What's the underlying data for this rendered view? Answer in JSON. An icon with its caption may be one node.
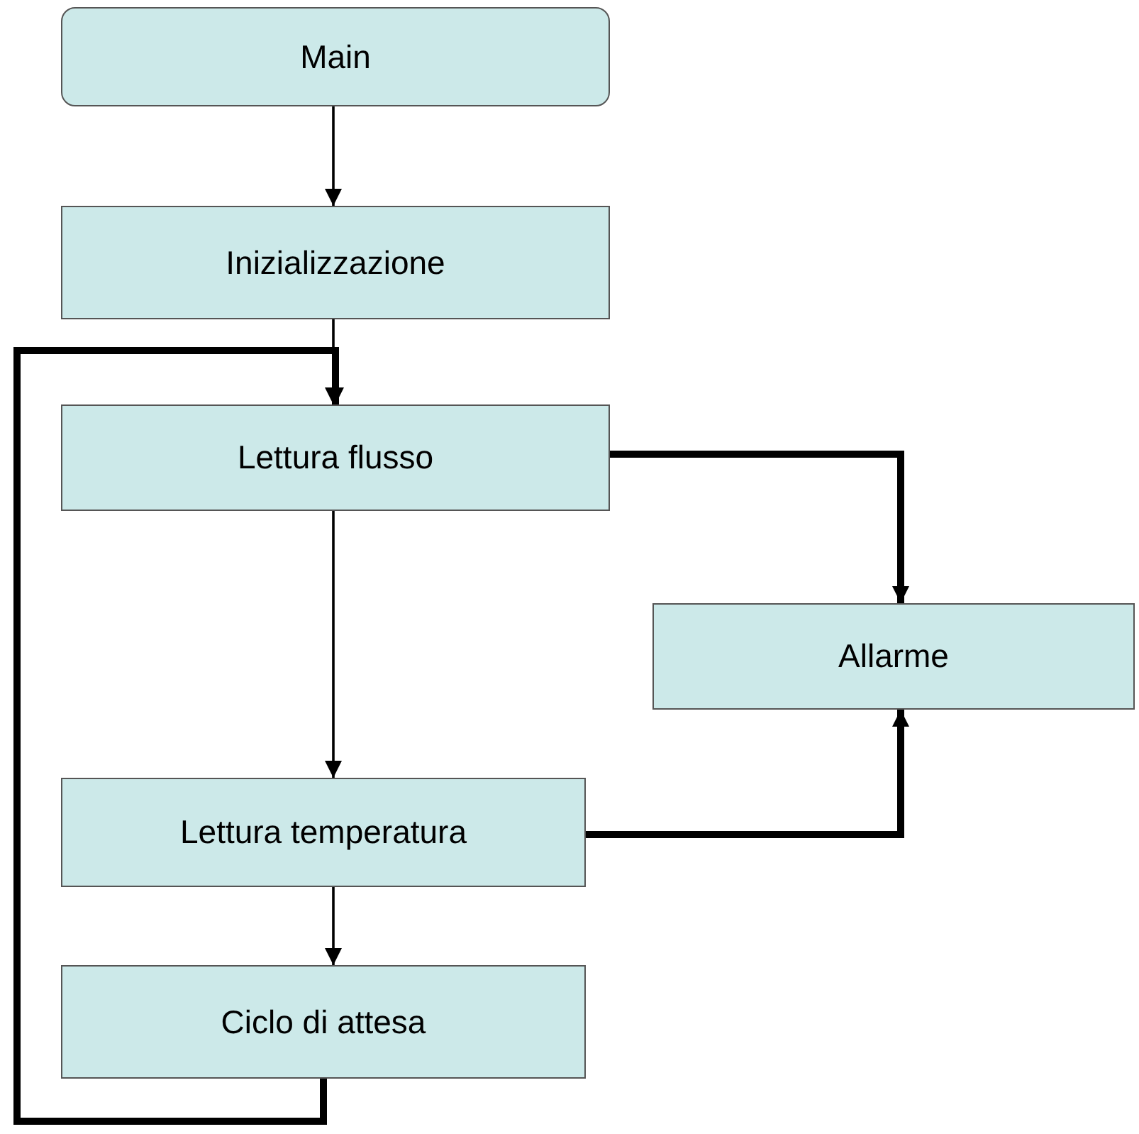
{
  "diagram": {
    "nodes": [
      {
        "text": [
          "Main"
        ]
      },
      {
        "text": [
          "Inizializzazione"
        ]
      },
      {
        "text": [
          "Lettura flusso"
        ]
      },
      {
        "text": [
          "Allarme"
        ]
      },
      {
        "text": [
          "Lettura temperatura"
        ]
      },
      {
        "text": [
          "Ciclo di attesa"
        ]
      }
    ],
    "edges": [
      {
        "from": 0,
        "to": 1,
        "arrow": "to"
      },
      {
        "from": 1,
        "to": 2,
        "arrow": "to"
      },
      {
        "from": 2,
        "to": 3,
        "arrow": "to",
        "style": "thick"
      },
      {
        "from": 2,
        "to": 4,
        "arrow": "to"
      },
      {
        "from": 4,
        "to": 3,
        "arrow": "to",
        "style": "thick"
      },
      {
        "from": 4,
        "to": 5,
        "arrow": "to"
      },
      {
        "from": 5,
        "to": 2,
        "arrow": "to",
        "style": "thick"
      }
    ]
  }
}
